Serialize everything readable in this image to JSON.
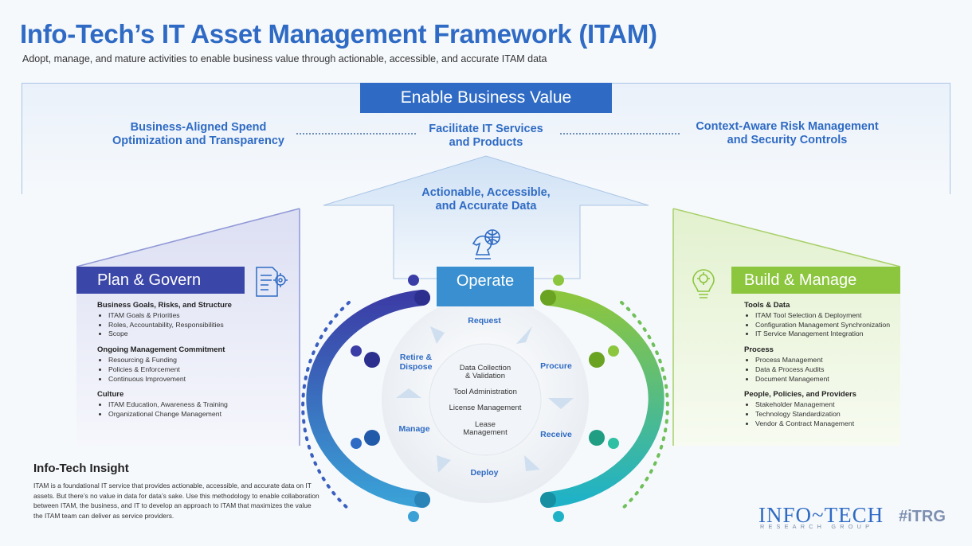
{
  "header": {
    "title": "Info-Tech’s IT Asset Management Framework (ITAM)",
    "subtitle": "Adopt, manage, and mature activities to enable business value through actionable, accessible, and accurate ITAM data"
  },
  "value": {
    "banner": "Enable Business Value",
    "goals": [
      {
        "line1": "Business-Aligned Spend",
        "line2": "Optimization and Transparency"
      },
      {
        "line1": "Facilitate IT Services",
        "line2": "and Products"
      },
      {
        "line1": "Context-Aware Risk Management",
        "line2": "and Security Controls"
      }
    ],
    "data_line1": "Actionable, Accessible,",
    "data_line2": "and Accurate Data"
  },
  "plan": {
    "title": "Plan & Govern",
    "sections": [
      {
        "heading": "Business Goals, Risks, and Structure",
        "items": [
          "ITAM Goals & Priorities",
          "Roles, Accountability, Responsibilities",
          "Scope"
        ]
      },
      {
        "heading": "Ongoing Management Commitment",
        "items": [
          "Resourcing & Funding",
          "Policies & Enforcement",
          "Continuous Improvement"
        ]
      },
      {
        "heading": "Culture",
        "items": [
          "ITAM Education, Awareness & Training",
          "Organizational Change Management"
        ]
      }
    ]
  },
  "build": {
    "title": "Build & Manage",
    "sections": [
      {
        "heading": "Tools & Data",
        "items": [
          "ITAM Tool Selection & Deployment",
          "Configuration Management Synchronization",
          "IT Service Management Integration"
        ]
      },
      {
        "heading": "Process",
        "items": [
          "Process Management",
          "Data & Process Audits",
          "Document Management"
        ]
      },
      {
        "heading": "People, Policies, and Providers",
        "items": [
          "Stakeholder Management",
          "Technology Standardization",
          "Vendor & Contract Management"
        ]
      }
    ]
  },
  "operate": {
    "title": "Operate",
    "stages": {
      "request": "Request",
      "procure": "Procure",
      "receive": "Receive",
      "deploy": "Deploy",
      "manage": "Manage",
      "retire1": "Retire &",
      "retire2": "Dispose"
    },
    "tools": {
      "t1a": "Data Collection",
      "t1b": "& Validation",
      "t2": "Tool Administration",
      "t3": "License Management",
      "t4a": "Lease",
      "t4b": "Management"
    }
  },
  "insight": {
    "heading": "Info-Tech Insight",
    "body": "ITAM is a foundational IT service that provides actionable, accessible, and accurate data on IT assets. But there’s no value in data for data’s sake. Use this methodology to enable collaboration between ITAM, the business, and IT to develop an approach to ITAM that maximizes the value the ITAM team can deliver as service providers."
  },
  "branding": {
    "logo": "INFO~TECH",
    "logo_sub": "RESEARCH GROUP",
    "tag": "#iTRG"
  },
  "icons": [
    "document-gear-icon",
    "chess-knight-globe-icon",
    "lightbulb-gear-icon"
  ],
  "colors": {
    "primary": "#2f6bc4",
    "plan": "#3a46a8",
    "build": "#8cc63f",
    "operate": "#3a8fd0"
  }
}
